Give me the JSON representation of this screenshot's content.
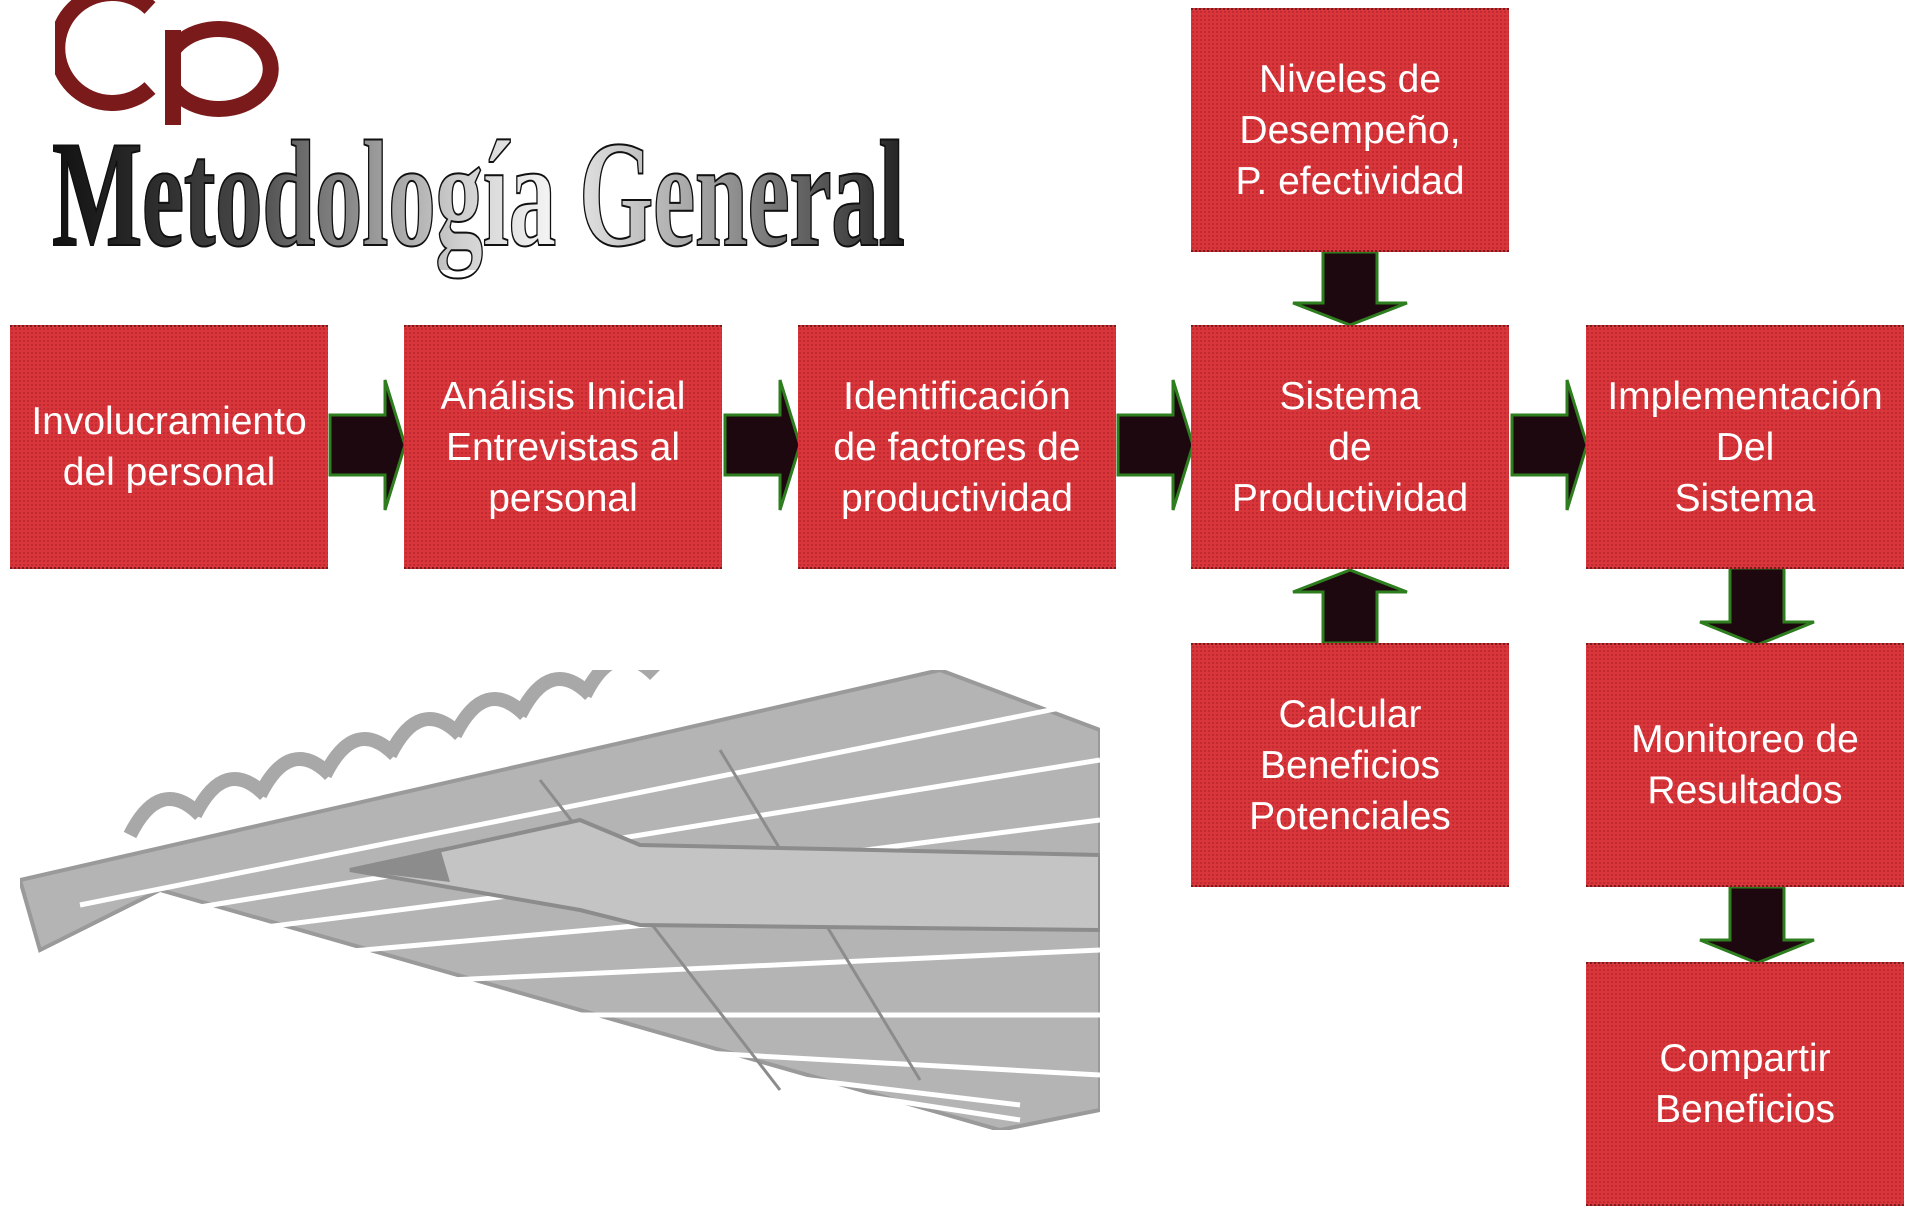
{
  "header": {
    "title": "Metodología General",
    "logo_text": "cp"
  },
  "colors": {
    "box_fill": "#d9363c",
    "arrow_fill": "#1e0810",
    "arrow_outline": "#2e7d1e",
    "logo": "#7a1a1a",
    "notebook": "#a8a8a8"
  },
  "boxes": {
    "involucramiento": "Involucramiento\ndel personal",
    "analisis": "Análisis Inicial\nEntrevistas al\npersonal",
    "identificacion": "Identificación\nde factores de\nproductividad",
    "sistema": "Sistema\nde\nProductividad",
    "implementacion": "Implementación\nDel\nSistema",
    "niveles": "Niveles de\nDesempeño,\nP. efectividad",
    "calcular": "Calcular\nBeneficios\nPotenciales",
    "monitoreo": "Monitoreo de\nResultados",
    "compartir": "Compartir\nBeneficios"
  },
  "illustration": {
    "icon": "notebook-pencil-icon"
  }
}
